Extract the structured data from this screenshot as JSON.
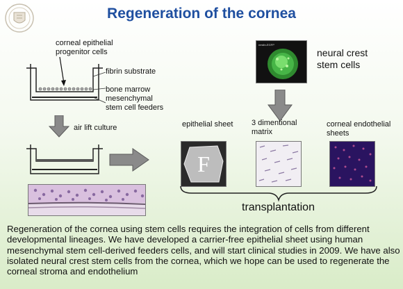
{
  "title": "Regeneration of the cornea",
  "labels": {
    "progenitor": "corneal epithelial\nprogenitor cells",
    "fibrin": "fibrin substrate",
    "bone_marrow": "bone marrow\nmesenchymal\nstem cell feeders",
    "air_lift": "air lift culture",
    "neural_crest": "neural crest\nstem cells",
    "epithelial_sheet": "epithelial sheet",
    "matrix": "3 dimentional\nmatrix",
    "endothelial": "corneal endothelial\nsheets",
    "transplantation": "transplantation",
    "photo_letter": "F",
    "microscope_caption": "nestin-EGFP"
  },
  "body_text": "Regeneration of the cornea using stem cells requires the integration of cells from different developmental lineages. We have developed a carrier-free epithelial sheet using human mesenchymal stem cell-derived feeders cells, and will start clinical studies in 2009. We have also isolated neural crest stem cells from the cornea, which we hope can be used to regenerate the corneal stroma and endothelium",
  "colors": {
    "title": "#1f4fa0",
    "arrow": "#8a8a8a",
    "background_bottom": "#d9ecc8"
  }
}
